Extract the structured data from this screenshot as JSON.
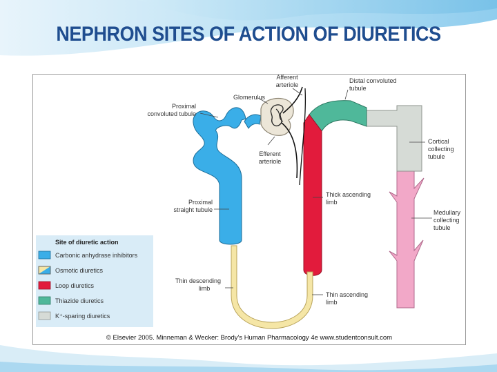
{
  "slide": {
    "title": "NEPHRON SITES OF ACTION OF DIURETICS",
    "credit": "© Elsevier 2005. Minneman & Wecker: Brody's Human Pharmacology 4e www.studentconsult.com"
  },
  "labels": {
    "afferent_1": "Afferent",
    "afferent_2": "arteriole",
    "glomerulus": "Glomerulus",
    "pct_1": "Proximal",
    "pct_2": "convoluted tubule",
    "efferent_1": "Efferent",
    "efferent_2": "arteriole",
    "dct_1": "Distal convoluted",
    "dct_2": "tubule",
    "cortical_1": "Cortical",
    "cortical_2": "collecting",
    "cortical_3": "tubule",
    "thick_1": "Thick ascending",
    "thick_2": "limb",
    "pst_1": "Proximal",
    "pst_2": "straight tubule",
    "medullary_1": "Medullary",
    "medullary_2": "collecting",
    "medullary_3": "tubule",
    "thin_desc_1": "Thin descending",
    "thin_desc_2": "limb",
    "thin_asc_1": "Thin ascending",
    "thin_asc_2": "limb"
  },
  "legend": {
    "title": "Site of diuretic action",
    "items": [
      {
        "label": "Carbonic anhydrase inhibitors",
        "color": "#3aaee8"
      },
      {
        "label": "Osmotic diuretics",
        "color": "#f5e6a6",
        "color2": "#3aaee8"
      },
      {
        "label": "Loop diuretics",
        "color": "#e21b3c"
      },
      {
        "label": "Thiazide diuretics",
        "color": "#4fb89a"
      },
      {
        "label": "K⁺-sparing diuretics",
        "color": "#d6dbd6"
      }
    ]
  },
  "colors": {
    "title": "#1f4d8f",
    "proximal_tubule": "#3aaee8",
    "thin_limb": "#f5e6a6",
    "thick_ascending": "#e21b3c",
    "distal_tubule": "#4fb89a",
    "cortical_collecting": "#d6dbd6",
    "medullary_collecting": "#f2a8c8",
    "legend_bg": "#d9ecf7"
  }
}
